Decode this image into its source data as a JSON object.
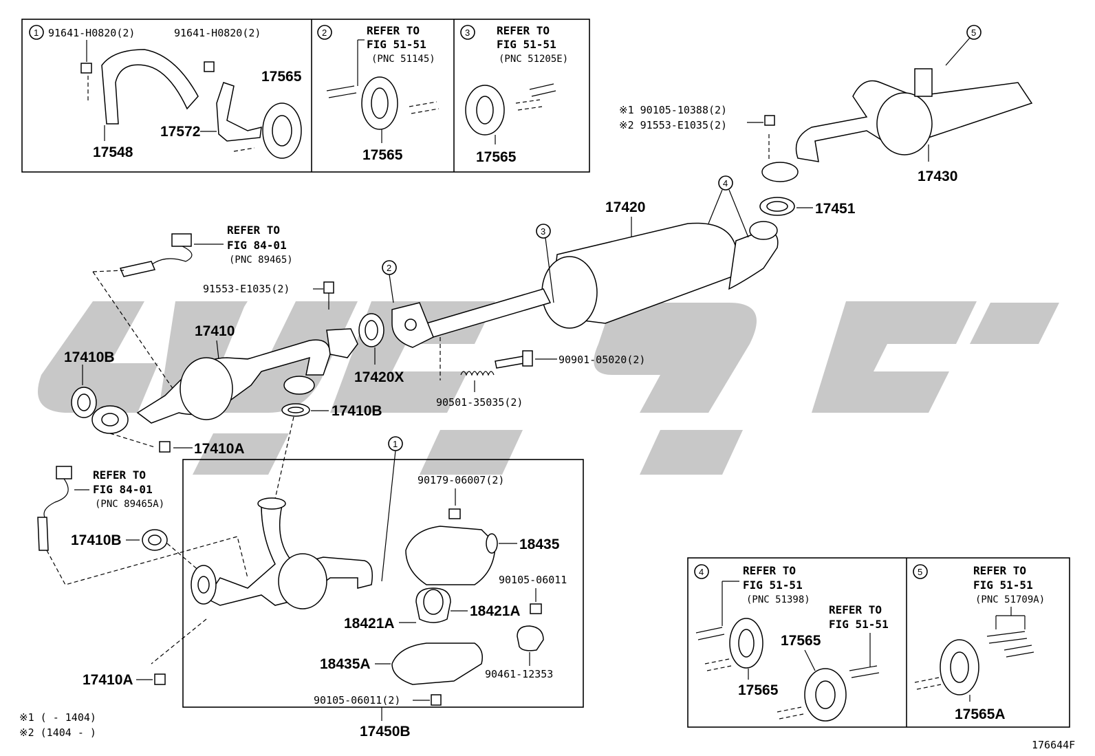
{
  "diagram_id": "176644F",
  "footnotes": {
    "note1": "※1 (     - 1404)",
    "note2": "※2 (1404 -     )"
  },
  "insets": {
    "inset1": {
      "num": "1",
      "part_a": "91641-H0820(2)",
      "part_b": "91641-H0820(2)",
      "p1": "17565",
      "p2": "17572",
      "p3": "17548"
    },
    "inset2": {
      "num": "2",
      "ref1": "REFER TO",
      "ref2": "FIG 51-51",
      "pnc": "(PNC 51145)",
      "part": "17565"
    },
    "inset3": {
      "num": "3",
      "ref1": "REFER TO",
      "ref2": "FIG 51-51",
      "pnc": "(PNC 51205E)",
      "part": "17565"
    },
    "inset4": {
      "num": "4",
      "ref1": "REFER TO",
      "ref2": "FIG 51-51",
      "pnc": "(PNC 51398)",
      "ref3": "REFER TO",
      "ref4": "FIG 51-51",
      "p1": "17565",
      "p2": "17565"
    },
    "inset5": {
      "num": "5",
      "ref1": "REFER TO",
      "ref2": "FIG 51-51",
      "pnc": "(PNC 51709A)",
      "part": "17565A"
    }
  },
  "callouts": {
    "c1": "1",
    "c2": "2",
    "c3": "3",
    "c4": "4",
    "c5": "5"
  },
  "parts": {
    "p17430": "17430",
    "p17451": "17451",
    "p17420": "17420",
    "b90105": "※1 90105-10388(2)",
    "b91553b": "※2 91553-E1035(2)",
    "sensor_ref1": "REFER TO",
    "sensor_ref2": "FIG 84-01",
    "sensor_pnc": "(PNC 89465)",
    "b91553": "91553-E1035(2)",
    "p17410": "17410",
    "p17410B_a": "17410B",
    "p17420X": "17420X",
    "p90901": "90901-05020(2)",
    "p90501": "90501-35035(2)",
    "p17410B_b": "17410B",
    "p17410A_a": "17410A",
    "sensor2_ref1": "REFER TO",
    "sensor2_ref2": "FIG 84-01",
    "sensor2_pnc": "(PNC 89465A)",
    "p17410B_c": "17410B",
    "p90179": "90179-06007(2)",
    "p18435": "18435",
    "p90105_a": "90105-06011",
    "p18421A_a": "18421A",
    "p18421A_b": "18421A",
    "p18435A": "18435A",
    "p90461": "90461-12353",
    "p90105_b": "90105-06011(2)",
    "p17410A_b": "17410A",
    "p17450B": "17450B"
  }
}
